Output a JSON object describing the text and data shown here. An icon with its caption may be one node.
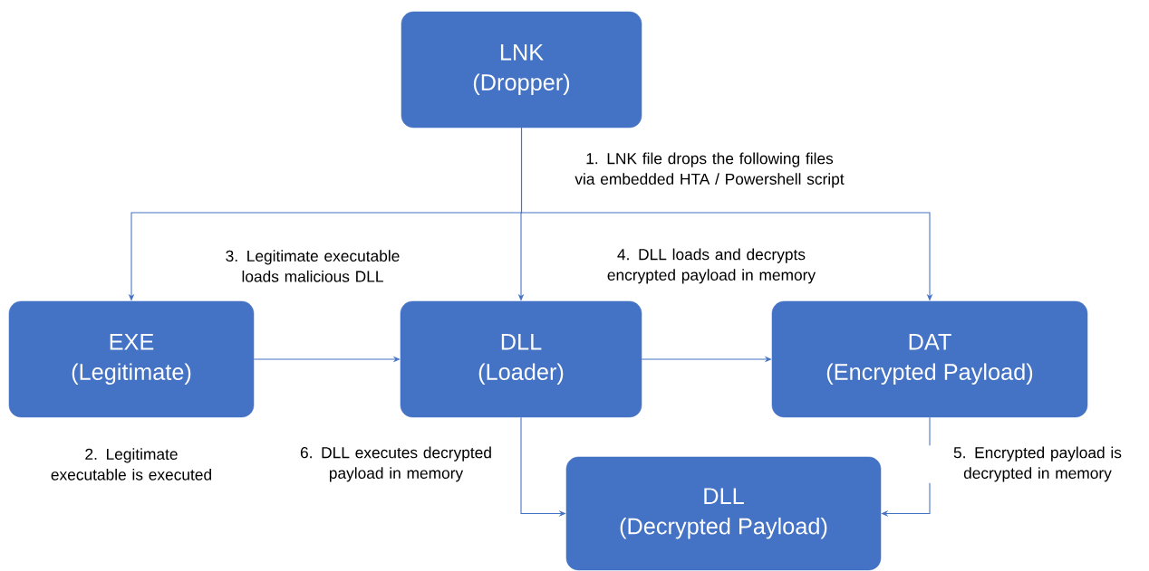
{
  "diagram": {
    "nodes": [
      {
        "text": [
          "LNK",
          "(Dropper)"
        ]
      },
      {
        "text": [
          "EXE",
          "(Legitimate)"
        ],
        "beside": [
          "2. Legitimate executable is executed"
        ]
      },
      {
        "text": [
          "DLL",
          "(Loader)"
        ]
      },
      {
        "text": [
          "DAT",
          "(Encrypted Payload)"
        ]
      },
      {
        "text": [
          "DLL",
          "(Decrypted Payload)"
        ]
      }
    ],
    "edges": [
      {
        "from": 0,
        "to": 1,
        "arrow": "to"
      },
      {
        "from": 0,
        "to": 2,
        "arrow": "to",
        "label": "1. LNK file drops the following files via embedded HTA / Powershell script"
      },
      {
        "from": 0,
        "to": 3,
        "arrow": "to"
      },
      {
        "from": 1,
        "to": 2,
        "arrow": "to",
        "label": "3. Legitimate executable loads malicious DLL"
      },
      {
        "from": 2,
        "to": 3,
        "arrow": "to",
        "label": "4. DLL loads and decrypts encrypted payload in memory"
      },
      {
        "from": 3,
        "to": 4,
        "arrow": "to",
        "label": "5. Encrypted payload is decrypted in memory"
      },
      {
        "from": 2,
        "to": 4,
        "arrow": "to",
        "label": "6. DLL executes decrypted payload in memory"
      }
    ]
  }
}
